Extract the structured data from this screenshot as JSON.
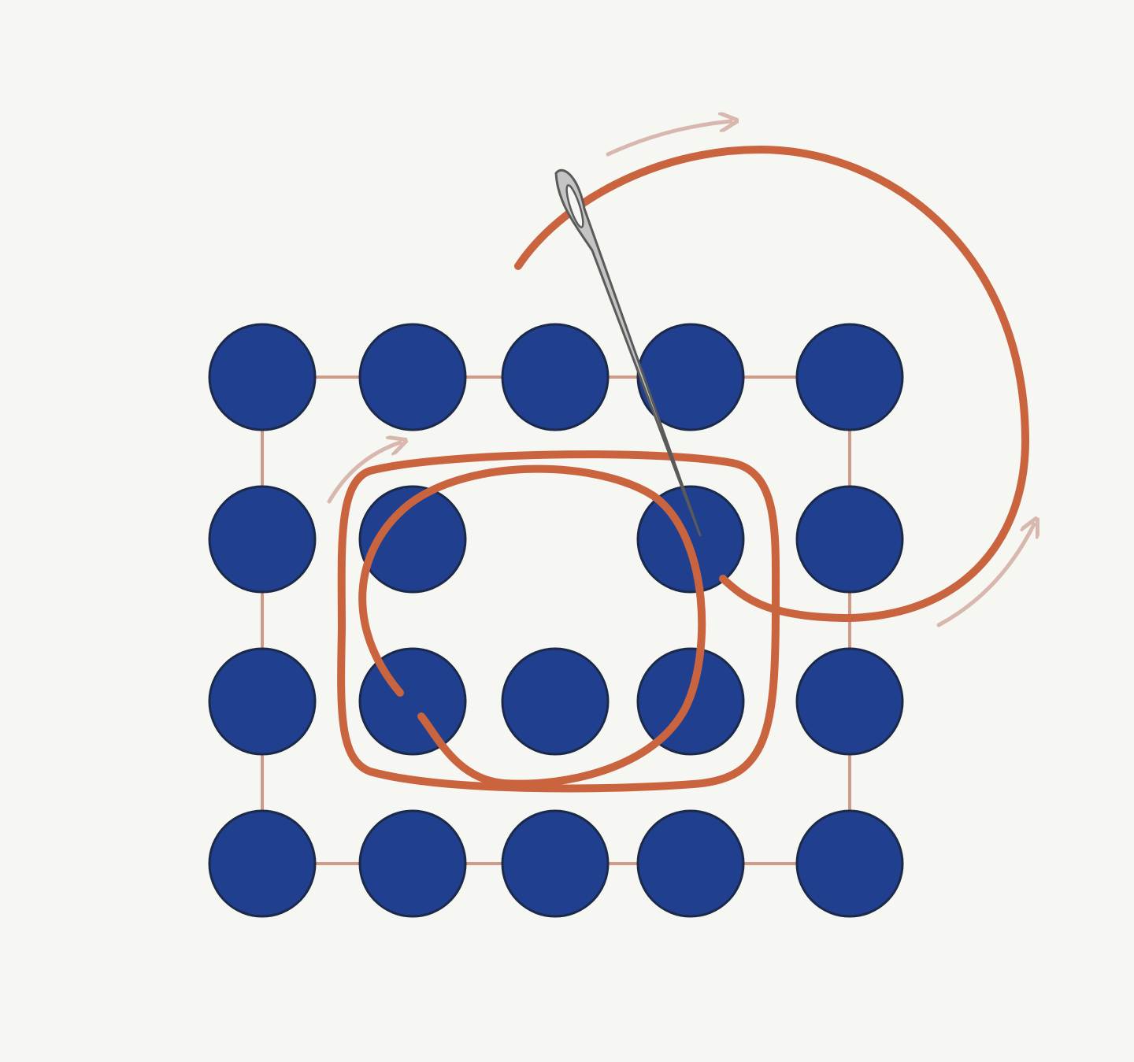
{
  "diagram": {
    "grid": {
      "rows": 4,
      "cols": 5,
      "beads_present": [
        [
          true,
          true,
          true,
          true,
          true
        ],
        [
          true,
          true,
          false,
          true,
          true
        ],
        [
          true,
          true,
          true,
          true,
          true
        ],
        [
          true,
          true,
          true,
          true,
          true
        ]
      ]
    },
    "colors": {
      "background": "#f6f6f2",
      "bead_fill": "#213f8f",
      "bead_stroke": "#1b2a4a",
      "grid_line": "#d09a88",
      "thread": "#c9643f",
      "arrow": "#d8b8ae",
      "needle_fill": "#c4c4c4",
      "needle_stroke": "#5a5a5a"
    },
    "elements": {
      "thread": "thread-path",
      "needle": "sewing-needle-icon",
      "direction_arrows": 3
    }
  }
}
